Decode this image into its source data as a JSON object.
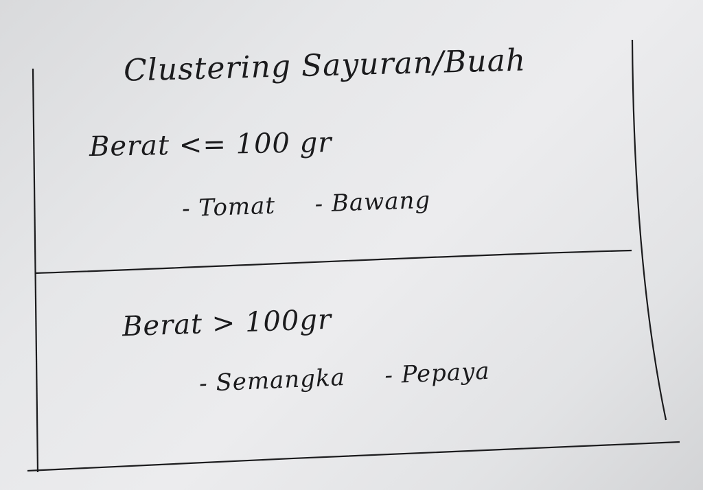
{
  "title": "Clustering Sayuran/Buah",
  "groups": [
    {
      "condition": "Berat <= 100 gr",
      "items": [
        "Tomat",
        "Bawang"
      ]
    },
    {
      "condition": "Berat > 100gr",
      "items": [
        "Semangka",
        "Pepaya"
      ]
    }
  ],
  "bullet": "-",
  "ink_color": "#1b1b1d"
}
